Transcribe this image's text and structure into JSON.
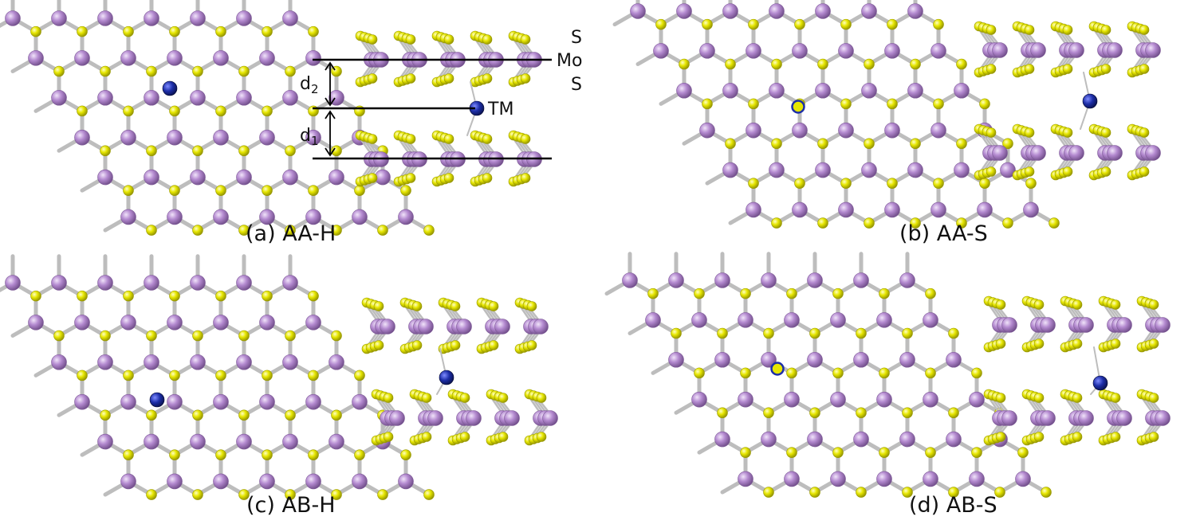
{
  "colors": {
    "mo": "#b48ad0",
    "mo_dark": "#7d5a96",
    "s": "#e6e600",
    "s_dark": "#9a9a00",
    "tm": "#1d2ea8",
    "bond": "#bdbdbd",
    "line": "#000000"
  },
  "panels": {
    "a": {
      "caption": "(a) AA-H"
    },
    "b": {
      "caption": "(b) AA-S"
    },
    "c": {
      "caption": "(c) AB-H"
    },
    "d": {
      "caption": "(d) AB-S"
    }
  },
  "labels": {
    "s_top": "S",
    "mo": "Mo",
    "s_bottom": "S",
    "tm": "TM",
    "d2": "d",
    "d2_sub": "2",
    "d1": "d",
    "d1_sub": "1"
  }
}
